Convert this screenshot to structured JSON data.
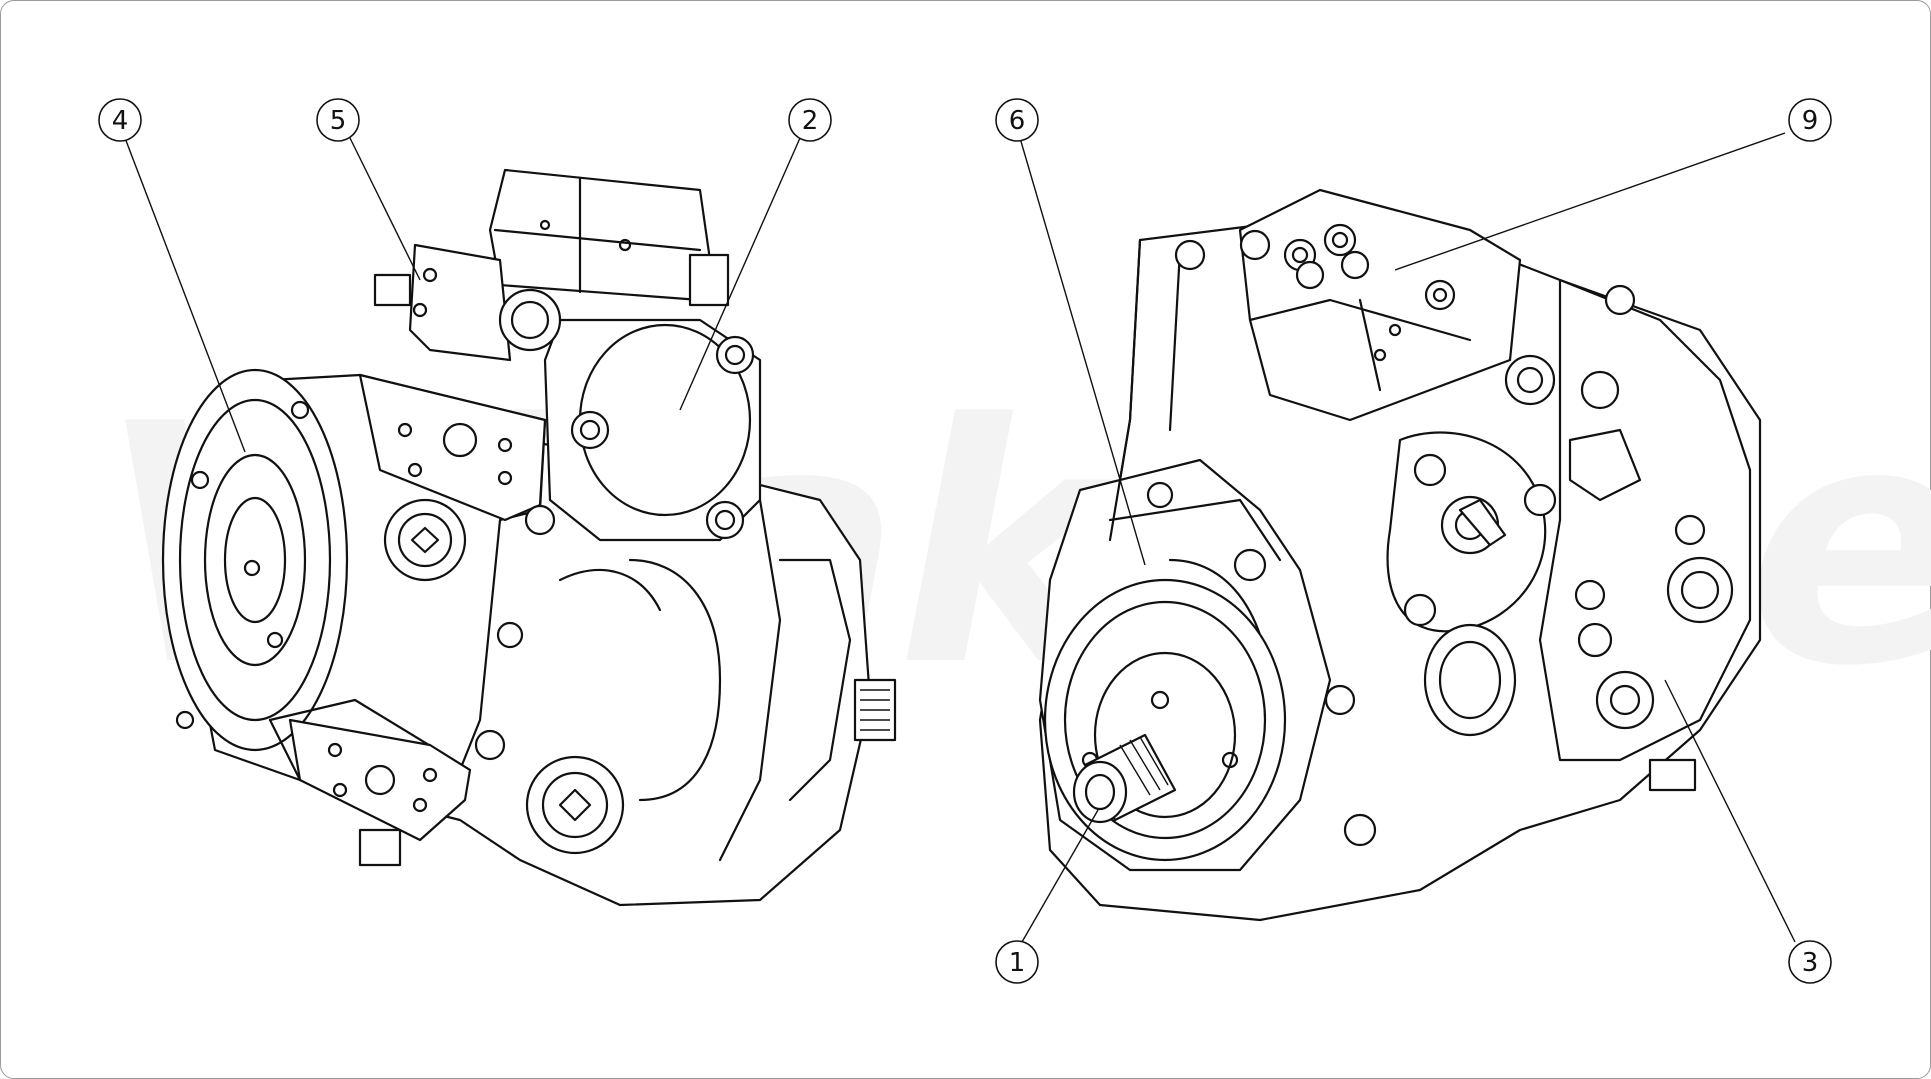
{
  "watermark": {
    "text": "Vihakbase",
    "color": "#f3f3f3"
  },
  "callouts": [
    {
      "id": "4",
      "label": "4"
    },
    {
      "id": "5",
      "label": "5"
    },
    {
      "id": "2",
      "label": "2"
    },
    {
      "id": "6",
      "label": "6"
    },
    {
      "id": "9",
      "label": "9"
    },
    {
      "id": "1",
      "label": "1"
    },
    {
      "id": "3",
      "label": "3"
    }
  ],
  "colors": {
    "line": "#111111",
    "background": "#ffffff",
    "frame": "#9a9a9a"
  }
}
